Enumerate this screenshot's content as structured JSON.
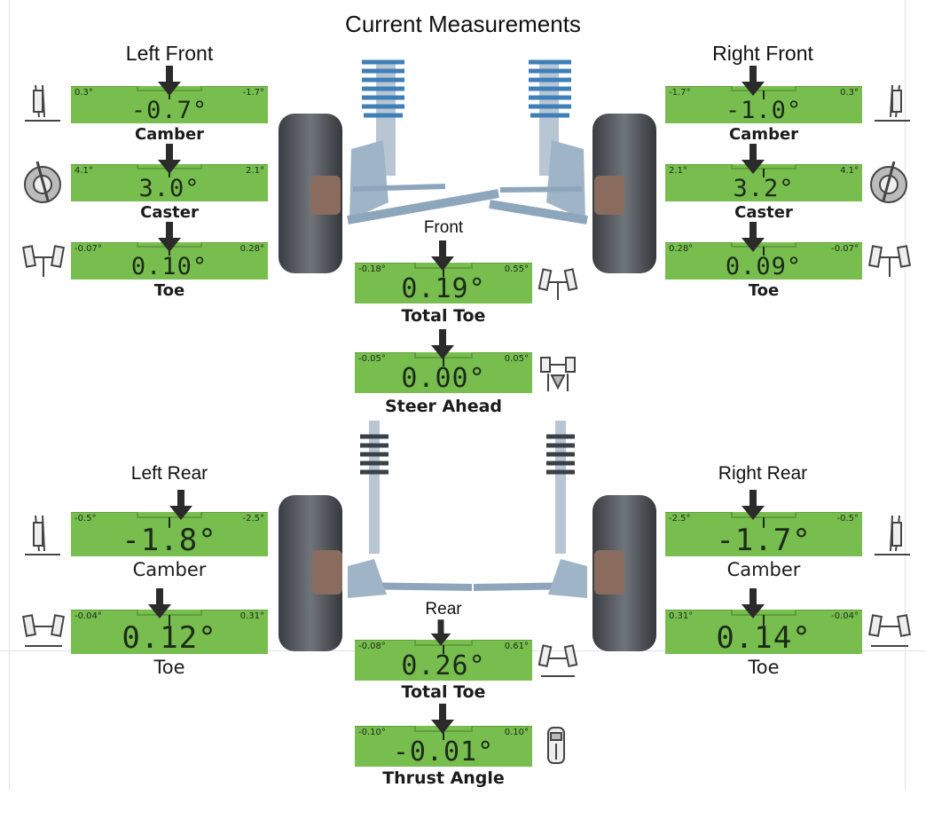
{
  "title": "Current Measurements",
  "front": {
    "left_label": "Left Front",
    "right_label": "Right Front",
    "center_label": "Front",
    "left": {
      "camber": {
        "label": "Camber",
        "value": "-0.7°",
        "min": "0.3°",
        "max": "-1.7°"
      },
      "caster": {
        "label": "Caster",
        "value": "3.0°",
        "min": "4.1°",
        "max": "2.1°"
      },
      "toe": {
        "label": "Toe",
        "value": "0.10°",
        "min": "-0.07°",
        "max": "0.28°"
      }
    },
    "right": {
      "camber": {
        "label": "Camber",
        "value": "-1.0°",
        "min": "-1.7°",
        "max": "0.3°"
      },
      "caster": {
        "label": "Caster",
        "value": "3.2°",
        "min": "2.1°",
        "max": "4.1°"
      },
      "toe": {
        "label": "Toe",
        "value": "0.09°",
        "min": "0.28°",
        "max": "-0.07°"
      }
    },
    "total_toe": {
      "label": "Total Toe",
      "value": "0.19°",
      "min": "-0.18°",
      "max": "0.55°"
    },
    "steer_ahead": {
      "label": "Steer Ahead",
      "value": "0.00°",
      "min": "-0.05°",
      "max": "0.05°"
    }
  },
  "rear": {
    "left_label": "Left Rear",
    "right_label": "Right Rear",
    "center_label": "Rear",
    "left": {
      "camber": {
        "label": "Camber",
        "value": "-1.8°",
        "min": "-0.5°",
        "max": "-2.5°"
      },
      "toe": {
        "label": "Toe",
        "value": "0.12°",
        "min": "-0.04°",
        "max": "0.31°"
      }
    },
    "right": {
      "camber": {
        "label": "Camber",
        "value": "-1.7°",
        "min": "-2.5°",
        "max": "-0.5°"
      },
      "toe": {
        "label": "Toe",
        "value": "0.14°",
        "min": "0.31°",
        "max": "-0.04°"
      }
    },
    "total_toe": {
      "label": "Total Toe",
      "value": "0.26°",
      "min": "-0.08°",
      "max": "0.61°"
    },
    "thrust_angle": {
      "label": "Thrust Angle",
      "value": "-0.01°",
      "min": "-0.10°",
      "max": "0.10°"
    }
  },
  "colors": {
    "gauge_green": "#77be4e",
    "gauge_dark": "#5f9e3b",
    "arrow": "#2b2b2b"
  },
  "icons": {
    "camber": "camber-icon",
    "caster": "caster-icon",
    "toe": "toe-icon",
    "total_toe": "total-toe-icon",
    "steer_ahead": "steer-ahead-icon",
    "thrust_angle": "thrust-angle-icon",
    "front_suspension": "front-suspension-icon",
    "rear_suspension": "rear-suspension-icon"
  }
}
